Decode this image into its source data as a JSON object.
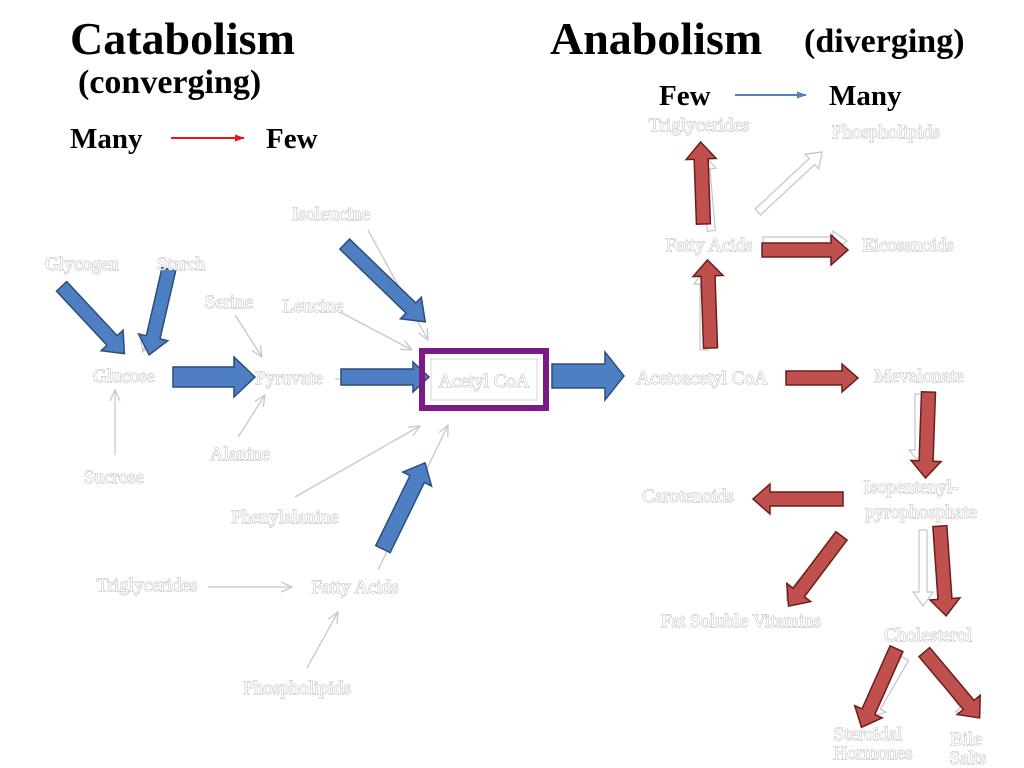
{
  "headings": {
    "catabolism": "Catabolism",
    "catabolism_sub": "(converging)",
    "catabolism_flow_from": "Many",
    "catabolism_flow_to": "Few",
    "anabolism": "Anabolism",
    "anabolism_sub": "(diverging)",
    "anabolism_flow_from": "Few",
    "anabolism_flow_to": "Many"
  },
  "nodes": {
    "glycogen": "Glycogen",
    "starch": "Starch",
    "glucose": "Glucose",
    "sucrose": "Sucrose",
    "serine": "Serine",
    "leucine": "Leucine",
    "isoleucine": "Isoleucine",
    "pyruvate": "Pyruvate",
    "alanine": "Alanine",
    "acetyl_coa": "Acetyl CoA",
    "phenylalanine": "Phenylalanine",
    "triglycerides_left": "Triglycerides",
    "fatty_acids_left": "Fatty Acids",
    "phospholipids_left": "Phospholipids",
    "triglycerides_right": "Triglycerides",
    "phospholipids_right": "Phospholipids",
    "fatty_acids_right": "Fatty Acids",
    "eicosanoids": "Eicosanoids",
    "acetoacetyl_coa": "Acetoacetyl CoA",
    "mevalonate": "Mevalonate",
    "isopentenyl_line1": "Isopentenyl-",
    "isopentenyl_line2": "pyrophosphate",
    "carotenoids": "Carotenoids",
    "fat_soluble_vitamins": "Fat Soluble Vitamins",
    "cholesterol": "Cholesterol",
    "steroidal_line1": "Steroidal",
    "steroidal_line2": "Hormones",
    "bile_line1": "Bile",
    "bile_line2": "Salts"
  },
  "colors": {
    "catabolism_accent": "#e31a1c",
    "anabolism_accent": "#4f81bd",
    "blue_arrow": "#4e7fc2",
    "red_arrow": "#c0504d",
    "acetyl_coa_box": "#7b1a86"
  }
}
